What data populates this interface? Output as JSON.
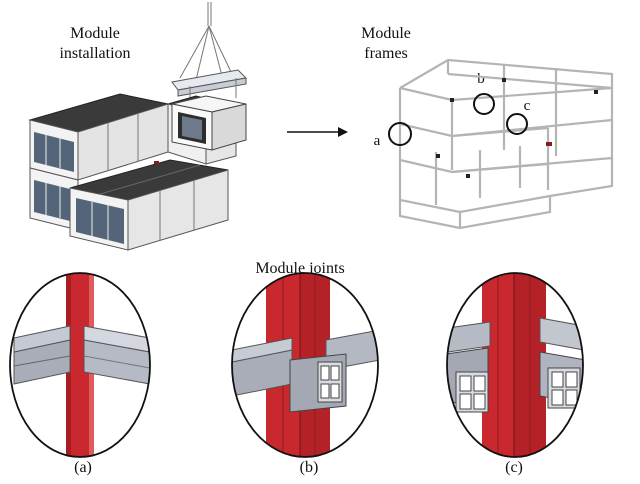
{
  "labels": {
    "installation_line1": "Module",
    "installation_line2": "installation",
    "frames_line1": "Module",
    "frames_line2": "frames",
    "joints_title": "Module joints",
    "joint_a_marker": "a",
    "joint_b_marker": "b",
    "joint_c_marker": "c",
    "caption_a": "(a)",
    "caption_b": "(b)",
    "caption_c": "(c)"
  },
  "colors": {
    "column_red": "#c8282e",
    "beam_gray": "#a9adb8",
    "module_wall": "#f1f1f1",
    "module_roof": "#3d3d3d",
    "frame_line": "#b8b8b8"
  }
}
